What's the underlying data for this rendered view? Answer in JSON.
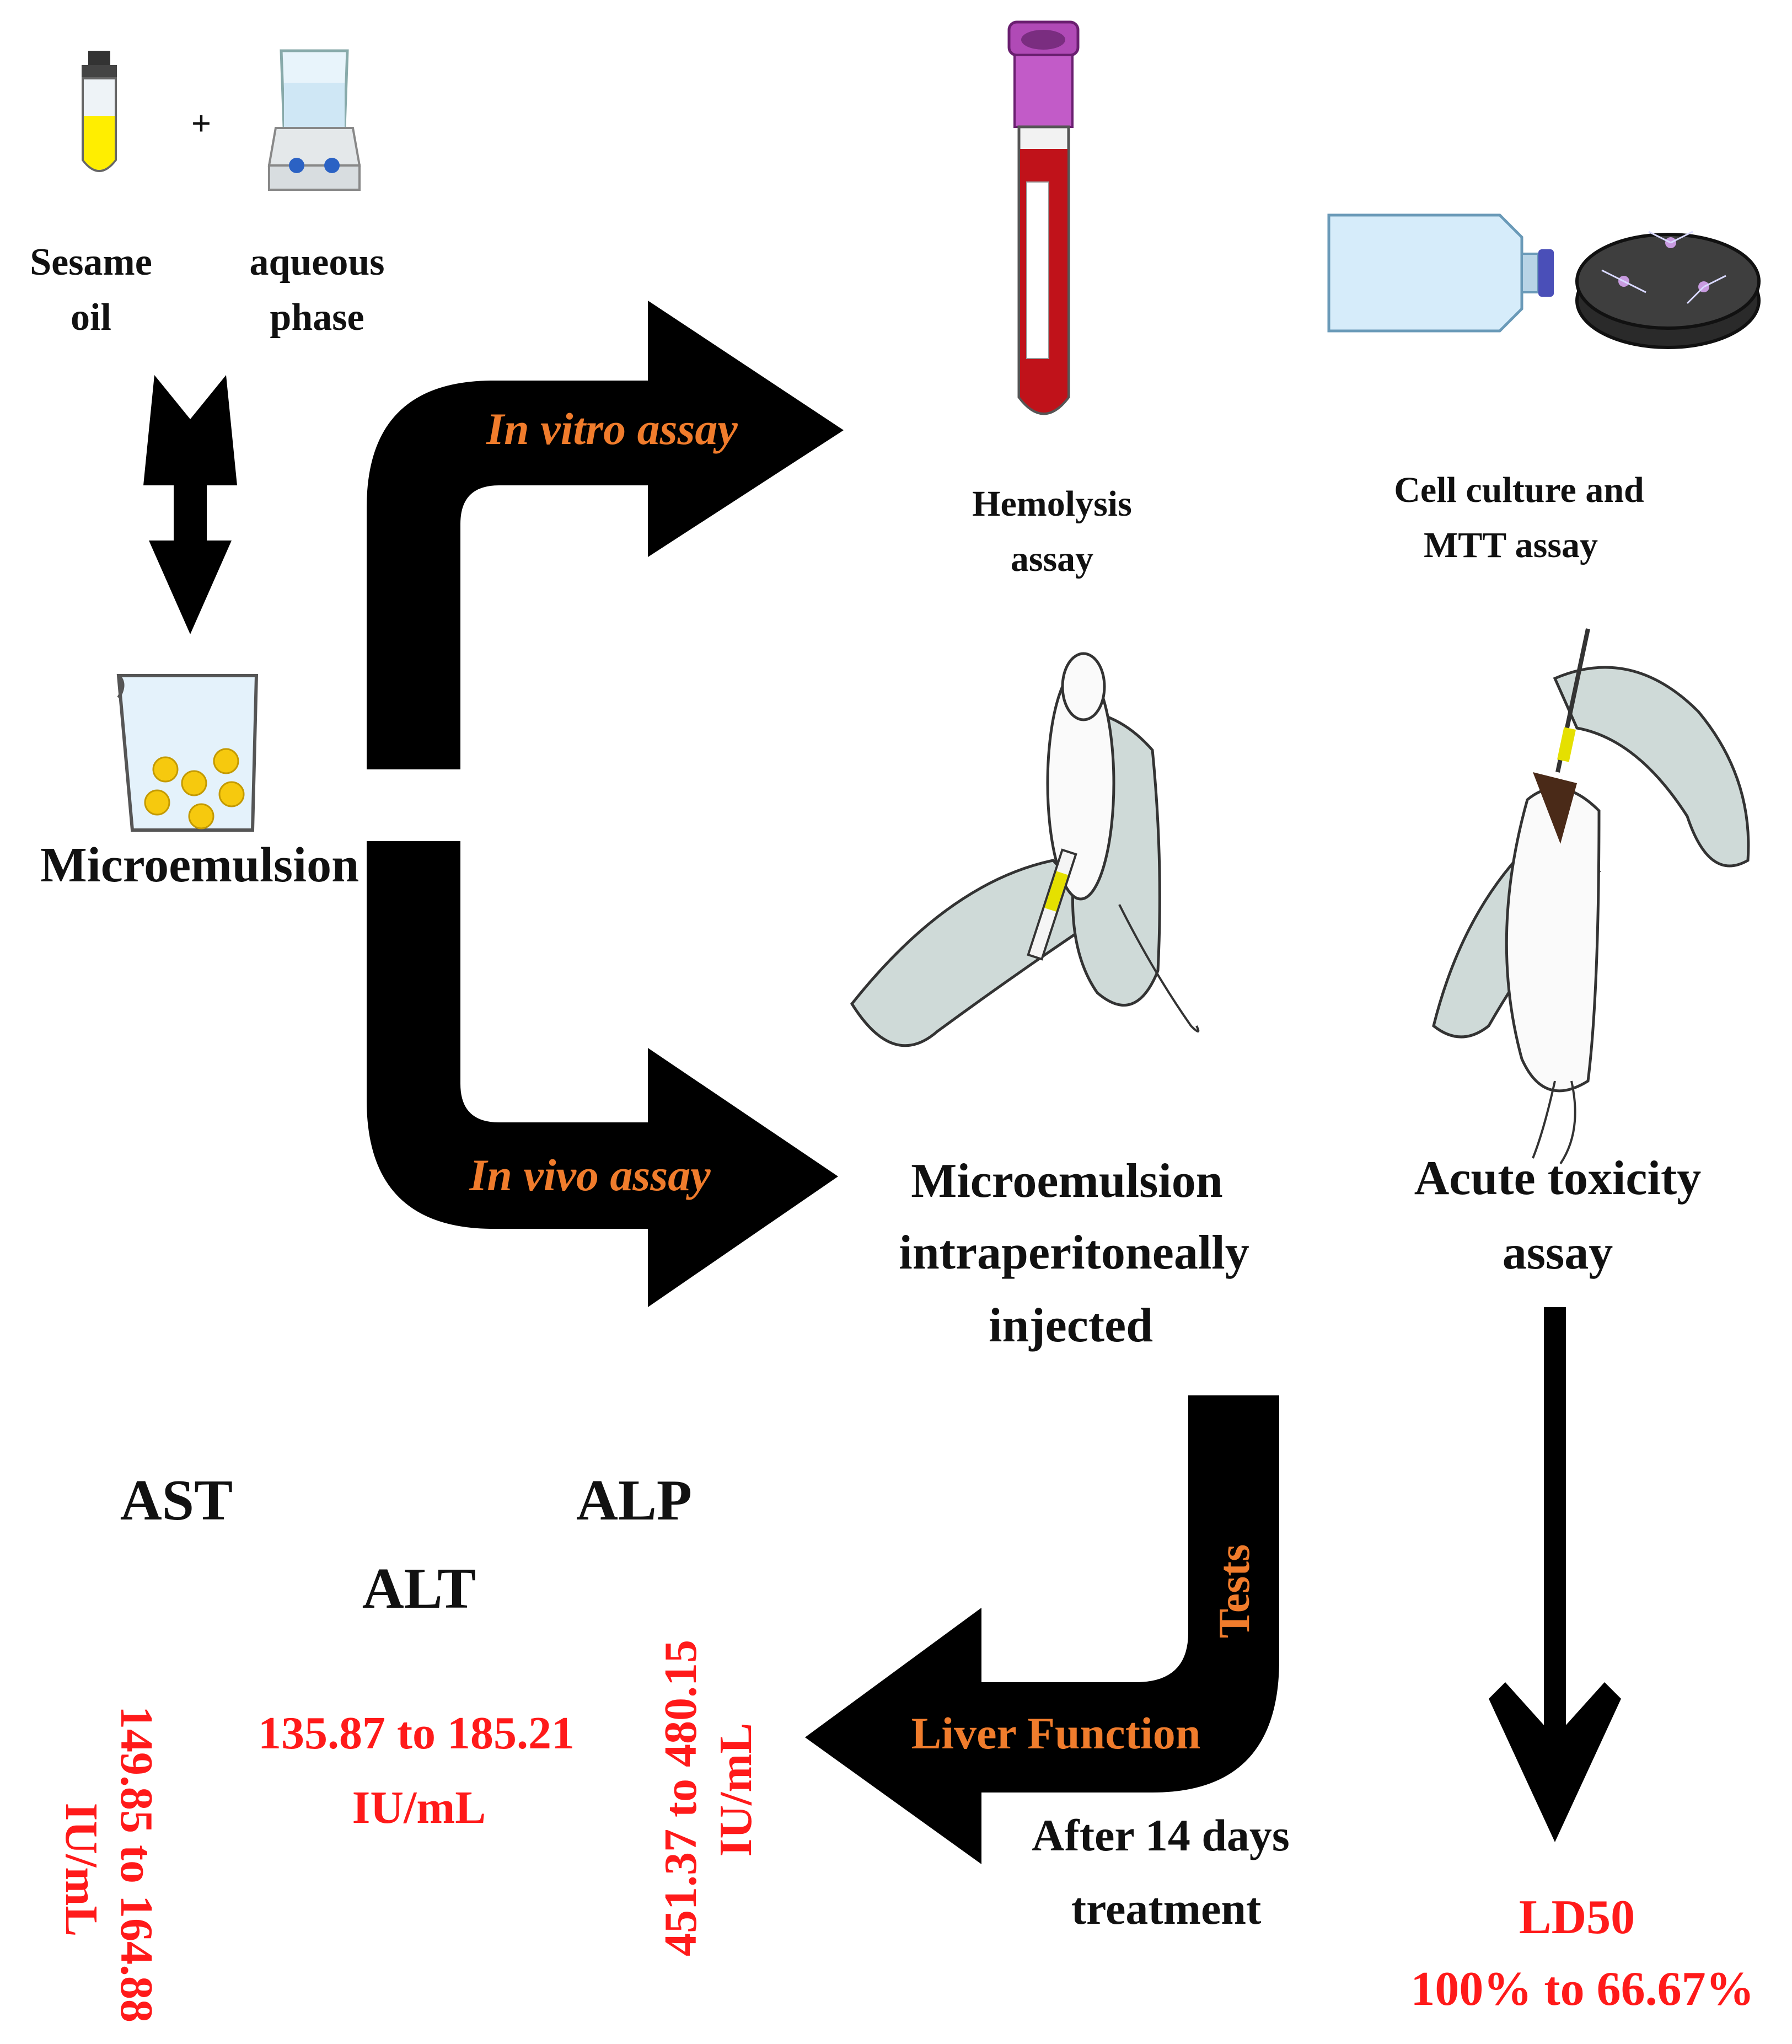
{
  "colors": {
    "arrow": "#000000",
    "accent_orange": "#f07c2c",
    "result_red": "#ff1a1a",
    "blood": "#c0121a",
    "cap_purple": "#b04ab6",
    "oil_yellow": "#ffee00",
    "glove": "#cfdad8"
  },
  "inputs": {
    "oil": {
      "line1": "Sesame",
      "line2": "oil"
    },
    "plus": "+",
    "aqueous": {
      "line1": "aqueous",
      "line2": "phase"
    },
    "product": "Microemulsion"
  },
  "branches": {
    "in_vitro": "In vitro assay",
    "in_vivo": "In vivo assay"
  },
  "in_vitro_tests": {
    "hemolysis": {
      "line1": "Hemolysis",
      "line2": "assay"
    },
    "cell_culture": {
      "line1": "Cell culture and",
      "line2": "MTT assay"
    }
  },
  "in_vivo_tests": {
    "injection": {
      "line1": "Microemulsion",
      "line2": "intraperitoneally",
      "line3": "injected"
    },
    "acute": {
      "line1": "Acute toxicity",
      "line2": "assay"
    }
  },
  "liver": {
    "arrow_label_vertical": "Tests",
    "arrow_label_horizontal": "Liver Function",
    "note_line1": "After 14 days",
    "note_line2": "treatment"
  },
  "results": {
    "ast": {
      "name": "AST",
      "range": "149.85 to 164.88",
      "unit": "IU/mL"
    },
    "alt": {
      "name": "ALT",
      "range": "135.87 to 185.21",
      "unit": "IU/mL"
    },
    "alp": {
      "name": "ALP",
      "range": "451.37 to 480.15",
      "unit": "IU/mL"
    },
    "ld50": {
      "name": "LD50",
      "range": "100% to 66.67%"
    }
  }
}
